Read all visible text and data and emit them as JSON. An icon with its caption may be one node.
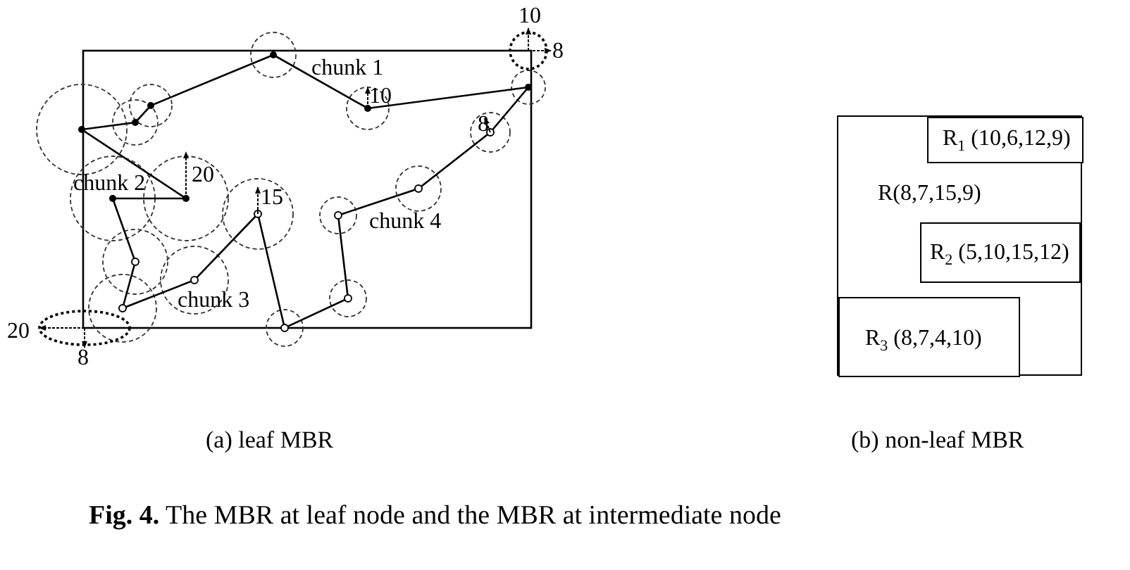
{
  "diagram": {
    "caption": "**Fig. 4.** The MBR at leaf node and the MBR at intermediate node",
    "nodes": [
      {
        "text": [
          "R(8,7,15,9)"
        ]
      },
      {
        "text": [
          "R$_{1}$ (10,6,12,9)"
        ],
        "in": 0
      },
      {
        "text": [
          "R$_{2}$ (5,10,15,12)"
        ],
        "in": 0
      },
      {
        "text": [
          "R$_{3}$ (8,7,4,10)"
        ],
        "in": 0
      }
    ],
    "edges": [],
    "labels": [
      "10",
      "8",
      "chunk 1",
      "10",
      "8",
      "20",
      "chunk 2",
      "15",
      "chunk 4",
      "chunk 3",
      "20",
      "8",
      "(a) leaf MBR",
      "(b) non-leaf MBR"
    ]
  }
}
